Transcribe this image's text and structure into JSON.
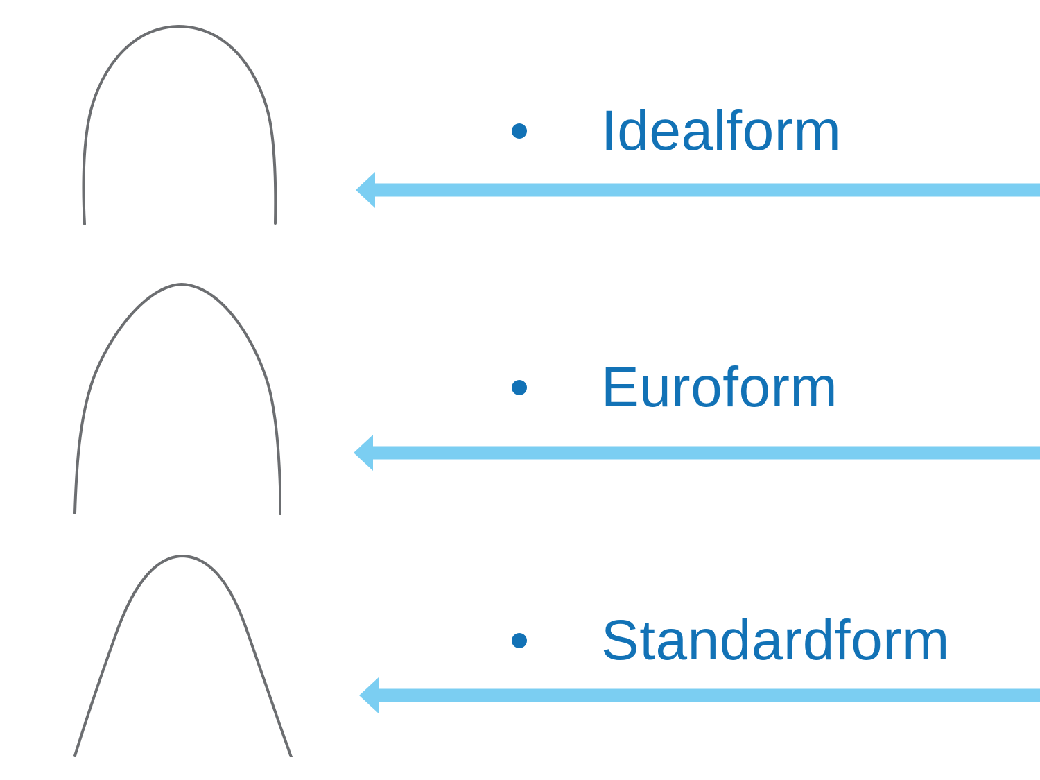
{
  "slide": {
    "background": "#ffffff",
    "items": [
      {
        "label": "Idealform",
        "shape": "idealform-archwire"
      },
      {
        "label": "Euroform",
        "shape": "euroform-archwire"
      },
      {
        "label": "Standardform",
        "shape": "standardform-archwire"
      }
    ],
    "icons": {
      "bullet": "bullet-dot-icon",
      "arrow": "left-arrow-icon"
    },
    "colors": {
      "label_text": "#1272b6",
      "bullet": "#1272b6",
      "arrow": "#7bcef2",
      "wire": "#5f6265"
    }
  }
}
